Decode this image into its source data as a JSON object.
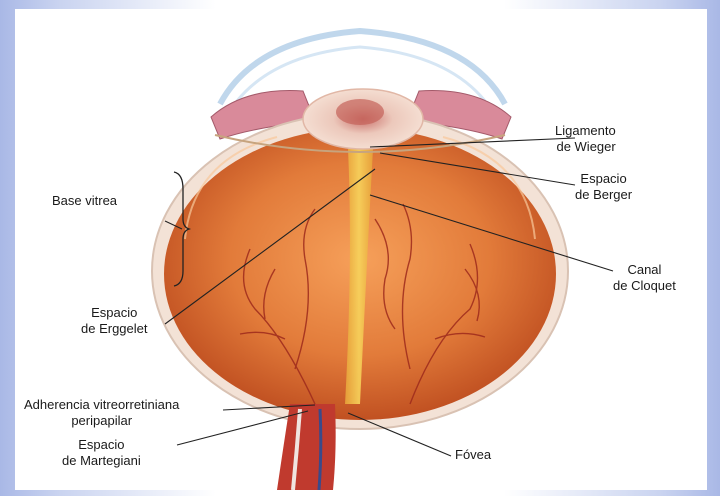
{
  "labels": {
    "ligamento": [
      "Ligamento",
      "de Wieger"
    ],
    "berger": [
      "Espacio",
      "de Berger"
    ],
    "base": "Base vitrea",
    "canal": [
      "Canal",
      "de Cloquet"
    ],
    "erggelet": [
      "Espacio",
      "de Erggelet"
    ],
    "adherencia": [
      "Adherencia vitreorretiniana",
      "peripapilar"
    ],
    "martegiani": [
      "Espacio",
      "de Martegiani"
    ],
    "fovea": "Fóvea"
  },
  "colors": {
    "vitreous": "#e07a3a",
    "vitreous_dark": "#b84a1c",
    "canal": "#f2c44a",
    "lens": "#f1d6c4",
    "cornea": "#b9d3ea",
    "vessel": "#b02a1e",
    "optic_nerve": "#c03a2e"
  }
}
